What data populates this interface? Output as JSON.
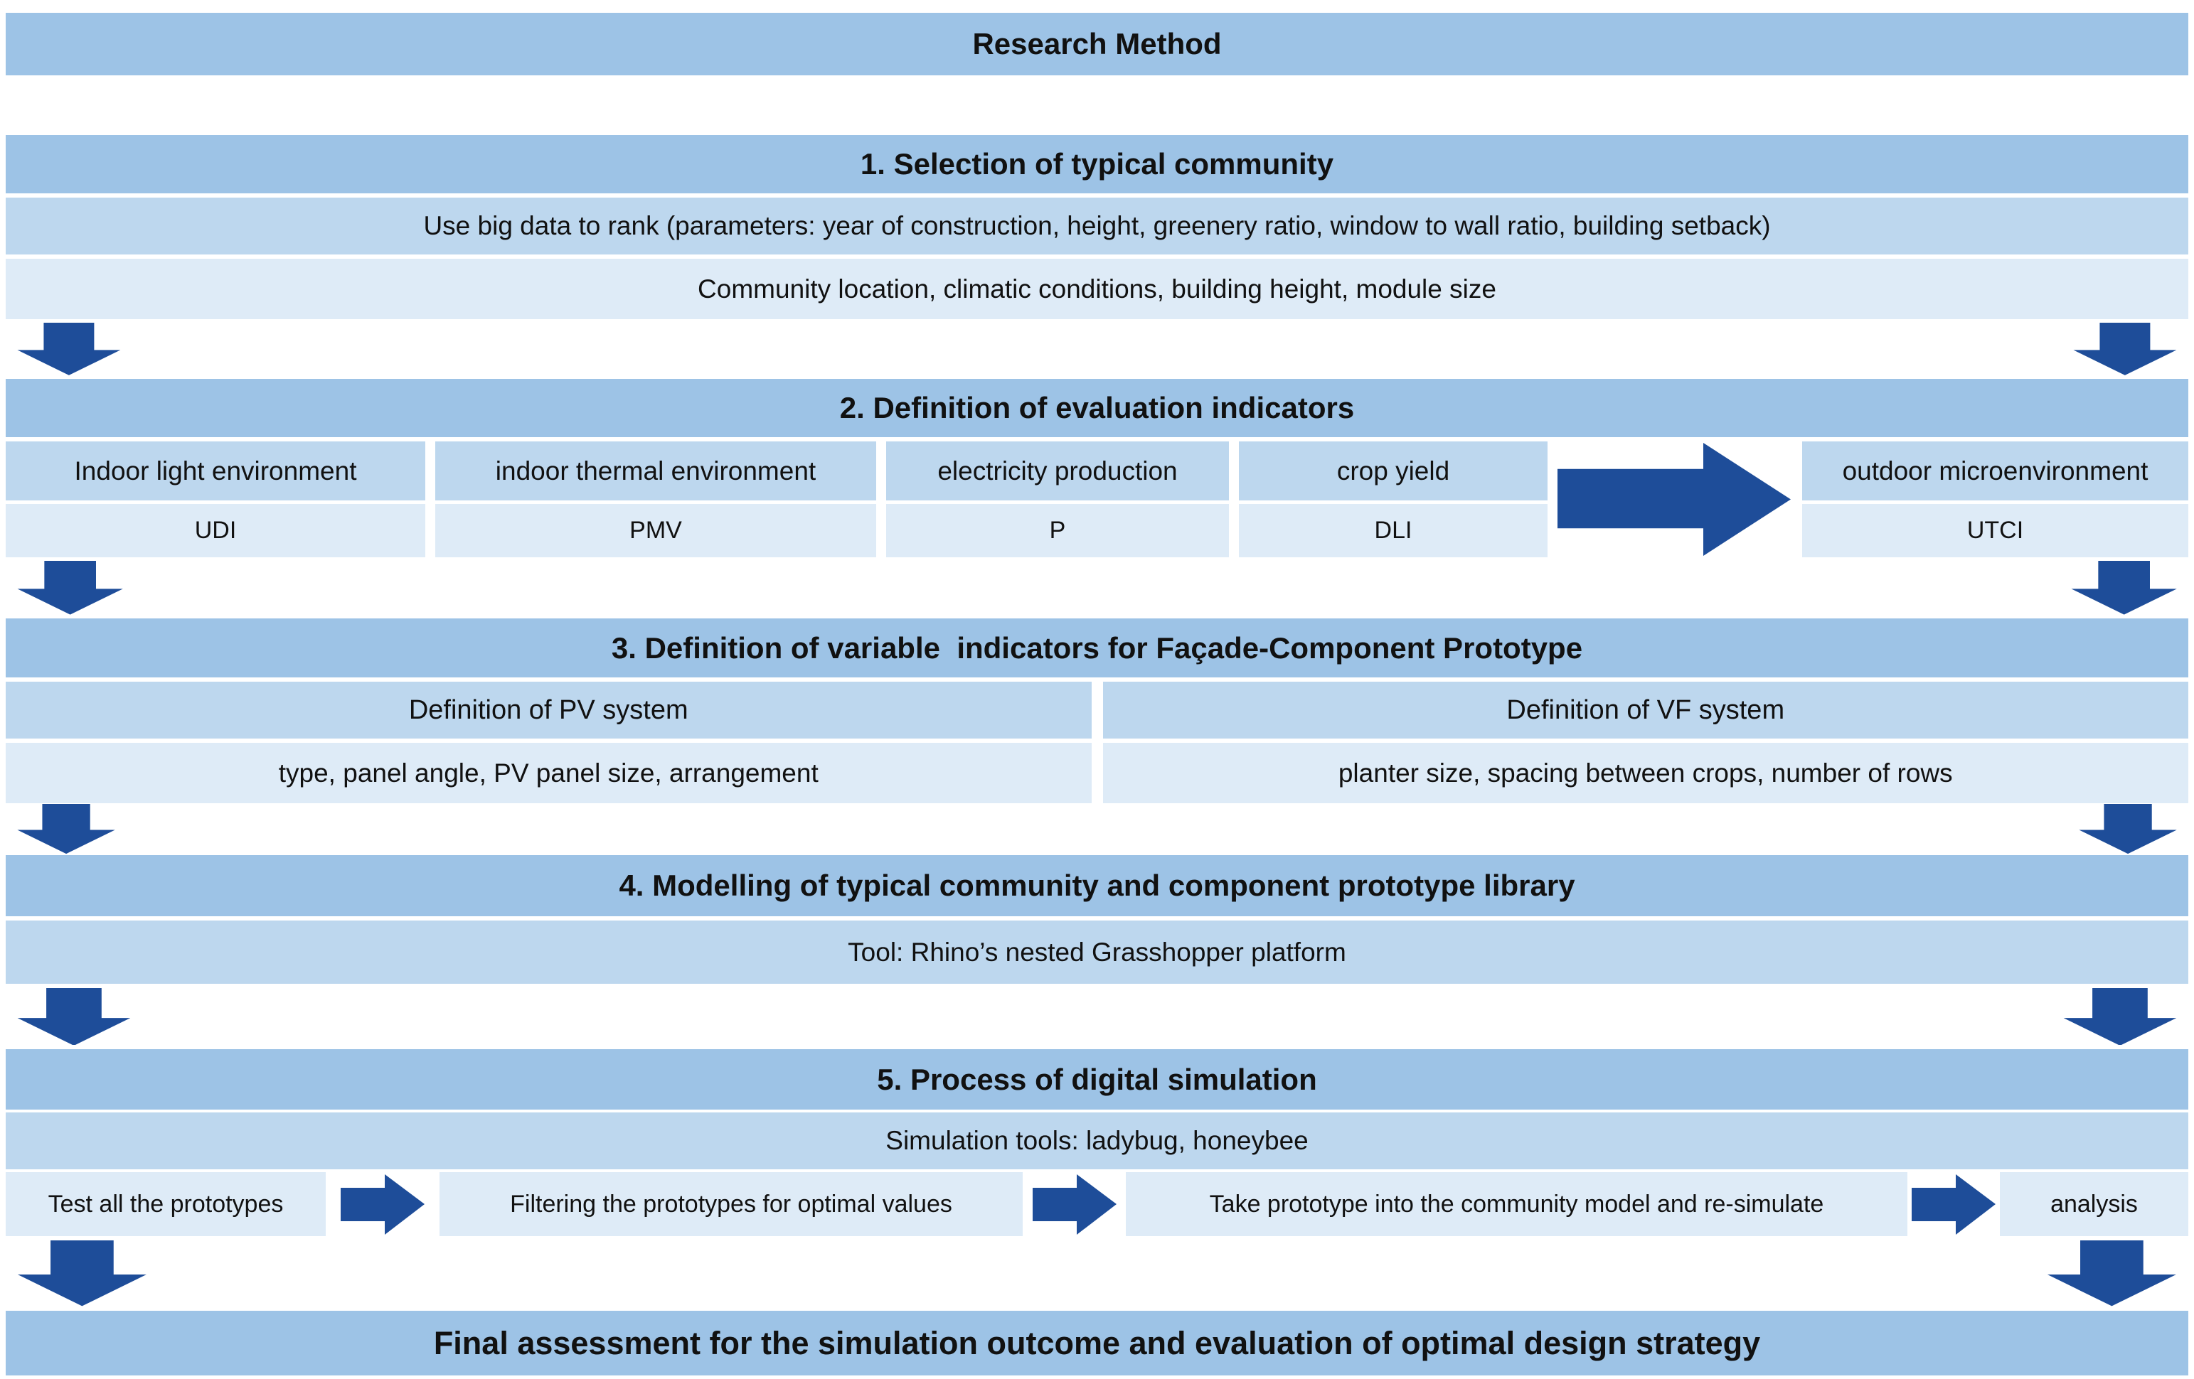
{
  "title": "Research Method",
  "colors": {
    "header": "#9DC3E6",
    "row_med": "#BDD7EE",
    "row_light": "#DEEBF7",
    "arrow": "#1E4D99",
    "text": "#111111"
  },
  "steps": [
    {
      "header": "1. Selection of typical community",
      "rows": [
        "Use big data to rank (parameters: year of construction, height, greenery ratio, window to wall ratio, building setback)",
        "Community location, climatic conditions, building height, module size"
      ]
    },
    {
      "header": "2. Definition of evaluation indicators",
      "columns": [
        {
          "label": "Indoor light environment",
          "value": "UDI"
        },
        {
          "label": "indoor thermal environment",
          "value": "PMV"
        },
        {
          "label": "electricity production",
          "value": "P"
        },
        {
          "label": "crop yield",
          "value": "DLI"
        },
        {
          "label": "outdoor microenvironment",
          "value": "UTCI"
        }
      ]
    },
    {
      "header": "3. Definition of variable  indicators for Façade-Component Prototype",
      "columns": [
        {
          "label": "Definition of PV system",
          "value": "type, panel angle, PV panel size, arrangement"
        },
        {
          "label": "Definition of VF system",
          "value": "planter size, spacing between crops, number of rows"
        }
      ]
    },
    {
      "header": "4. Modelling of typical community and component prototype library",
      "rows": [
        "Tool: Rhino’s nested Grasshopper platform"
      ]
    },
    {
      "header": "5. Process of digital simulation",
      "rows": [
        "Simulation tools: ladybug, honeybee"
      ],
      "pipeline": [
        "Test all the prototypes",
        "Filtering the prototypes for optimal values",
        "Take prototype into the community model and re-simulate",
        "analysis"
      ]
    }
  ],
  "final_banner": "Final assessment for the simulation outcome and evaluation of optimal design strategy"
}
